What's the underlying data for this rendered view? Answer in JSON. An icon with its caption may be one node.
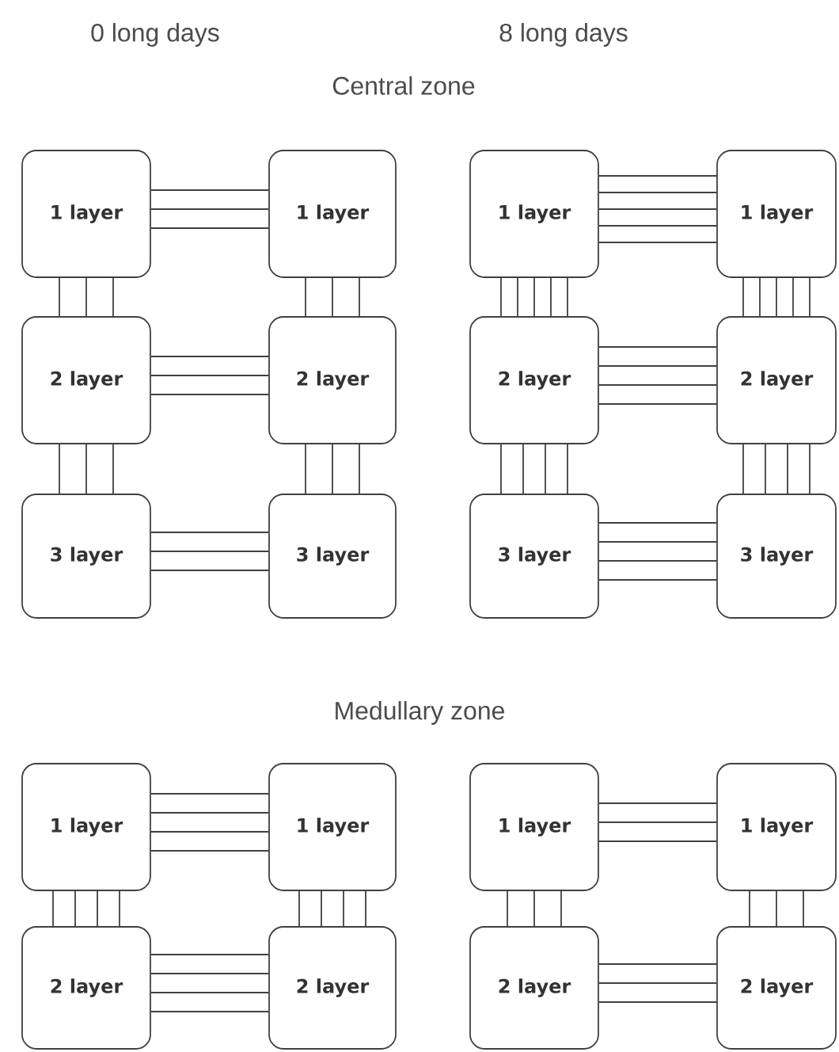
{
  "diagram": {
    "nodes": [
      {
        "text": [
          "1 layer"
        ]
      },
      {
        "text": [
          "1 layer"
        ]
      },
      {
        "text": [
          "1 layer"
        ]
      },
      {
        "text": [
          "1 layer"
        ]
      },
      {
        "text": [
          "2 layer"
        ]
      },
      {
        "text": [
          "2 layer"
        ]
      },
      {
        "text": [
          "2 layer"
        ]
      },
      {
        "text": [
          "2 layer"
        ]
      },
      {
        "text": [
          "3 layer"
        ]
      },
      {
        "text": [
          "3 layer"
        ]
      },
      {
        "text": [
          "3 layer"
        ]
      },
      {
        "text": [
          "3 layer"
        ]
      },
      {
        "text": [
          "1 layer"
        ]
      },
      {
        "text": [
          "1 layer"
        ]
      },
      {
        "text": [
          "1 layer"
        ]
      },
      {
        "text": [
          "1 layer"
        ]
      },
      {
        "text": [
          "2 layer"
        ]
      },
      {
        "text": [
          "2 layer"
        ]
      },
      {
        "text": [
          "2 layer"
        ]
      },
      {
        "text": [
          "2 layer"
        ]
      }
    ],
    "edges": [
      {
        "from": 0,
        "to": 1,
        "arrow": "none"
      },
      {
        "from": 0,
        "to": 1,
        "arrow": "none"
      },
      {
        "from": 0,
        "to": 1,
        "arrow": "none"
      },
      {
        "from": 0,
        "to": 4,
        "arrow": "none"
      },
      {
        "from": 0,
        "to": 4,
        "arrow": "none"
      },
      {
        "from": 0,
        "to": 4,
        "arrow": "none"
      },
      {
        "from": 1,
        "to": 5,
        "arrow": "none"
      },
      {
        "from": 1,
        "to": 5,
        "arrow": "none"
      },
      {
        "from": 1,
        "to": 5,
        "arrow": "none"
      },
      {
        "from": 4,
        "to": 5,
        "arrow": "none"
      },
      {
        "from": 4,
        "to": 5,
        "arrow": "none"
      },
      {
        "from": 4,
        "to": 5,
        "arrow": "none"
      },
      {
        "from": 4,
        "to": 8,
        "arrow": "none"
      },
      {
        "from": 4,
        "to": 8,
        "arrow": "none"
      },
      {
        "from": 4,
        "to": 8,
        "arrow": "none"
      },
      {
        "from": 5,
        "to": 9,
        "arrow": "none"
      },
      {
        "from": 5,
        "to": 9,
        "arrow": "none"
      },
      {
        "from": 5,
        "to": 9,
        "arrow": "none"
      },
      {
        "from": 8,
        "to": 9,
        "arrow": "none"
      },
      {
        "from": 8,
        "to": 9,
        "arrow": "none"
      },
      {
        "from": 8,
        "to": 9,
        "arrow": "none"
      },
      {
        "from": 2,
        "to": 3,
        "arrow": "none"
      },
      {
        "from": 2,
        "to": 3,
        "arrow": "none"
      },
      {
        "from": 2,
        "to": 3,
        "arrow": "none"
      },
      {
        "from": 2,
        "to": 3,
        "arrow": "none"
      },
      {
        "from": 2,
        "to": 3,
        "arrow": "none"
      },
      {
        "from": 2,
        "to": 6,
        "arrow": "none"
      },
      {
        "from": 2,
        "to": 6,
        "arrow": "none"
      },
      {
        "from": 2,
        "to": 6,
        "arrow": "none"
      },
      {
        "from": 2,
        "to": 6,
        "arrow": "none"
      },
      {
        "from": 2,
        "to": 6,
        "arrow": "none"
      },
      {
        "from": 3,
        "to": 7,
        "arrow": "none"
      },
      {
        "from": 3,
        "to": 7,
        "arrow": "none"
      },
      {
        "from": 3,
        "to": 7,
        "arrow": "none"
      },
      {
        "from": 3,
        "to": 7,
        "arrow": "none"
      },
      {
        "from": 3,
        "to": 7,
        "arrow": "none"
      },
      {
        "from": 6,
        "to": 7,
        "arrow": "none"
      },
      {
        "from": 6,
        "to": 7,
        "arrow": "none"
      },
      {
        "from": 6,
        "to": 7,
        "arrow": "none"
      },
      {
        "from": 6,
        "to": 7,
        "arrow": "none"
      },
      {
        "from": 6,
        "to": 10,
        "arrow": "none"
      },
      {
        "from": 6,
        "to": 10,
        "arrow": "none"
      },
      {
        "from": 6,
        "to": 10,
        "arrow": "none"
      },
      {
        "from": 6,
        "to": 10,
        "arrow": "none"
      },
      {
        "from": 7,
        "to": 11,
        "arrow": "none"
      },
      {
        "from": 7,
        "to": 11,
        "arrow": "none"
      },
      {
        "from": 7,
        "to": 11,
        "arrow": "none"
      },
      {
        "from": 7,
        "to": 11,
        "arrow": "none"
      },
      {
        "from": 10,
        "to": 11,
        "arrow": "none"
      },
      {
        "from": 10,
        "to": 11,
        "arrow": "none"
      },
      {
        "from": 10,
        "to": 11,
        "arrow": "none"
      },
      {
        "from": 10,
        "to": 11,
        "arrow": "none"
      },
      {
        "from": 12,
        "to": 13,
        "arrow": "none"
      },
      {
        "from": 12,
        "to": 13,
        "arrow": "none"
      },
      {
        "from": 12,
        "to": 13,
        "arrow": "none"
      },
      {
        "from": 12,
        "to": 13,
        "arrow": "none"
      },
      {
        "from": 12,
        "to": 16,
        "arrow": "none"
      },
      {
        "from": 12,
        "to": 16,
        "arrow": "none"
      },
      {
        "from": 12,
        "to": 16,
        "arrow": "none"
      },
      {
        "from": 12,
        "to": 16,
        "arrow": "none"
      },
      {
        "from": 13,
        "to": 17,
        "arrow": "none"
      },
      {
        "from": 13,
        "to": 17,
        "arrow": "none"
      },
      {
        "from": 13,
        "to": 17,
        "arrow": "none"
      },
      {
        "from": 13,
        "to": 17,
        "arrow": "none"
      },
      {
        "from": 16,
        "to": 17,
        "arrow": "none"
      },
      {
        "from": 16,
        "to": 17,
        "arrow": "none"
      },
      {
        "from": 16,
        "to": 17,
        "arrow": "none"
      },
      {
        "from": 16,
        "to": 17,
        "arrow": "none"
      },
      {
        "from": 14,
        "to": 15,
        "arrow": "none"
      },
      {
        "from": 14,
        "to": 15,
        "arrow": "none"
      },
      {
        "from": 14,
        "to": 15,
        "arrow": "none"
      },
      {
        "from": 14,
        "to": 18,
        "arrow": "none"
      },
      {
        "from": 14,
        "to": 18,
        "arrow": "none"
      },
      {
        "from": 14,
        "to": 18,
        "arrow": "none"
      },
      {
        "from": 15,
        "to": 19,
        "arrow": "none"
      },
      {
        "from": 15,
        "to": 19,
        "arrow": "none"
      },
      {
        "from": 15,
        "to": 19,
        "arrow": "none"
      },
      {
        "from": 18,
        "to": 19,
        "arrow": "none"
      },
      {
        "from": 18,
        "to": 19,
        "arrow": "none"
      },
      {
        "from": 18,
        "to": 19,
        "arrow": "none"
      }
    ],
    "labels": [
      "0 long days",
      "8 long days",
      "Central zone",
      "Medullary zone"
    ]
  }
}
